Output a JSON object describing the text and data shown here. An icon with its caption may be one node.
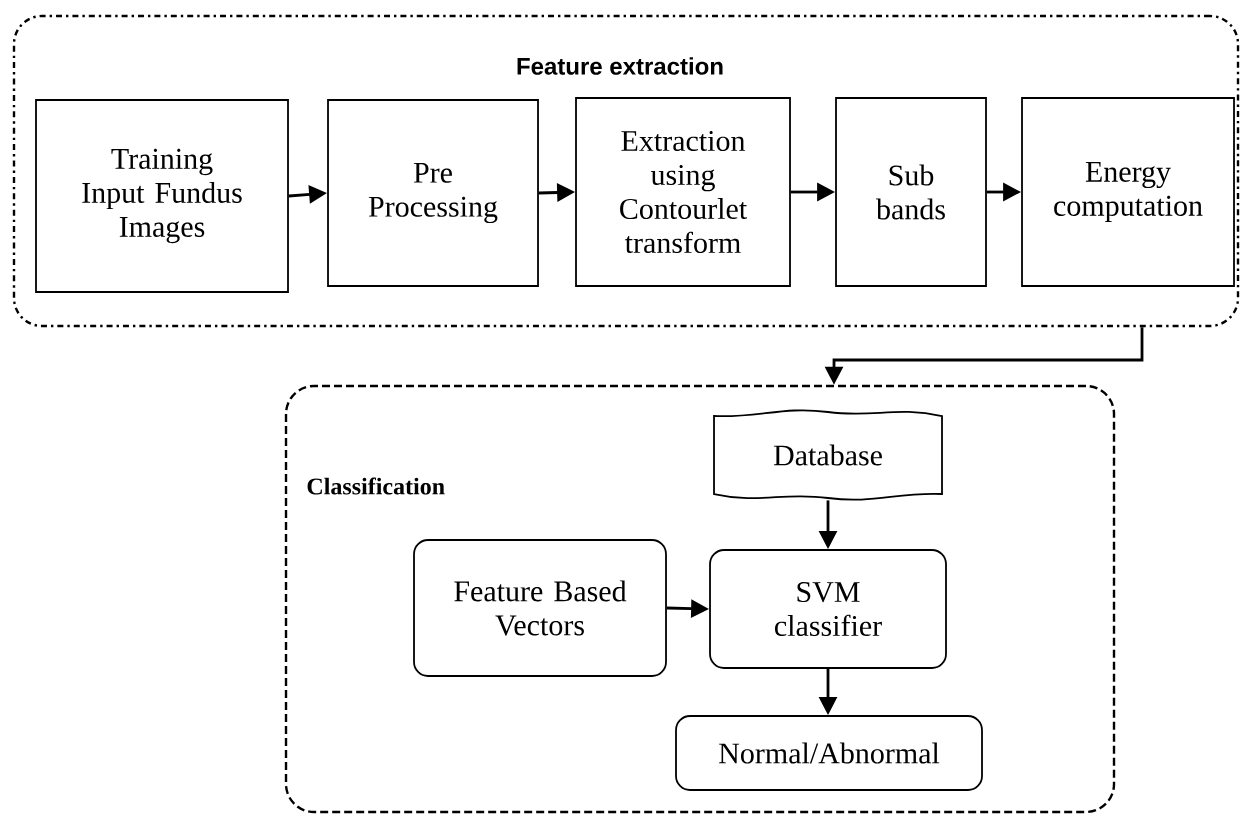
{
  "diagram": {
    "nodes": [
      {
        "text": [
          "Feature extraction"
        ]
      },
      {
        "text": [
          "Training Input Fundus Images"
        ],
        "in": 0
      },
      {
        "text": [
          "Pre Processing"
        ],
        "in": 0
      },
      {
        "text": [
          "Extraction using Contourlet transform"
        ],
        "in": 0
      },
      {
        "text": [
          "Sub bands"
        ],
        "in": 0
      },
      {
        "text": [
          "Energy computation"
        ],
        "in": 0
      },
      {
        "text": [
          "Classification"
        ]
      },
      {
        "text": [
          "Database"
        ],
        "in": 6
      },
      {
        "text": [
          "Feature Based Vectors"
        ],
        "in": 6
      },
      {
        "text": [
          "SVM classifier"
        ],
        "in": 6
      },
      {
        "text": [
          "Normal/Abnormal"
        ],
        "in": 6
      }
    ],
    "edges": [
      {
        "from": 1,
        "to": 2,
        "arrow": "to"
      },
      {
        "from": 2,
        "to": 3,
        "arrow": "to"
      },
      {
        "from": 3,
        "to": 4,
        "arrow": "to"
      },
      {
        "from": 4,
        "to": 5,
        "arrow": "to"
      },
      {
        "from": 0,
        "to": 6,
        "arrow": "to"
      },
      {
        "from": 7,
        "to": 9,
        "arrow": "to"
      },
      {
        "from": 8,
        "to": 9,
        "arrow": "to"
      },
      {
        "from": 9,
        "to": 10,
        "arrow": "to"
      }
    ]
  }
}
